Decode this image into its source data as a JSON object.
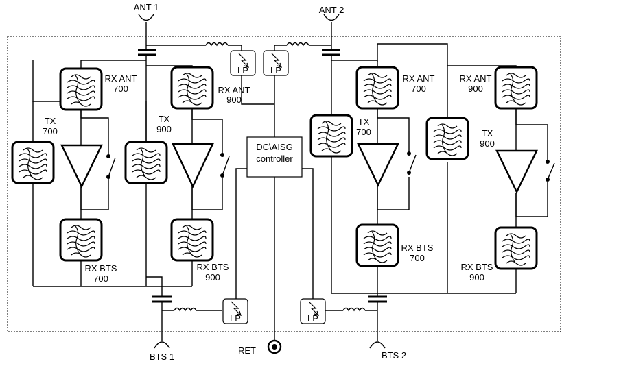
{
  "labels": {
    "ant1": "ANT 1",
    "ant2": "ANT 2",
    "bts1": "BTS 1",
    "bts2": "BTS 2",
    "ret": "RET",
    "controller_line1": "DC\\AISG",
    "controller_line2": "controller",
    "lp": "LP",
    "rx_ant_l1": "RX ANT",
    "rx_ant_700": "700",
    "rx_ant_900": "900",
    "tx_l1": "TX",
    "tx_700": "700",
    "tx_900": "900",
    "rx_bts_l1": "RX BTS",
    "rx_bts_700": "700",
    "rx_bts_900": "900"
  },
  "colors": {
    "line": "#000000",
    "background": "#ffffff"
  }
}
